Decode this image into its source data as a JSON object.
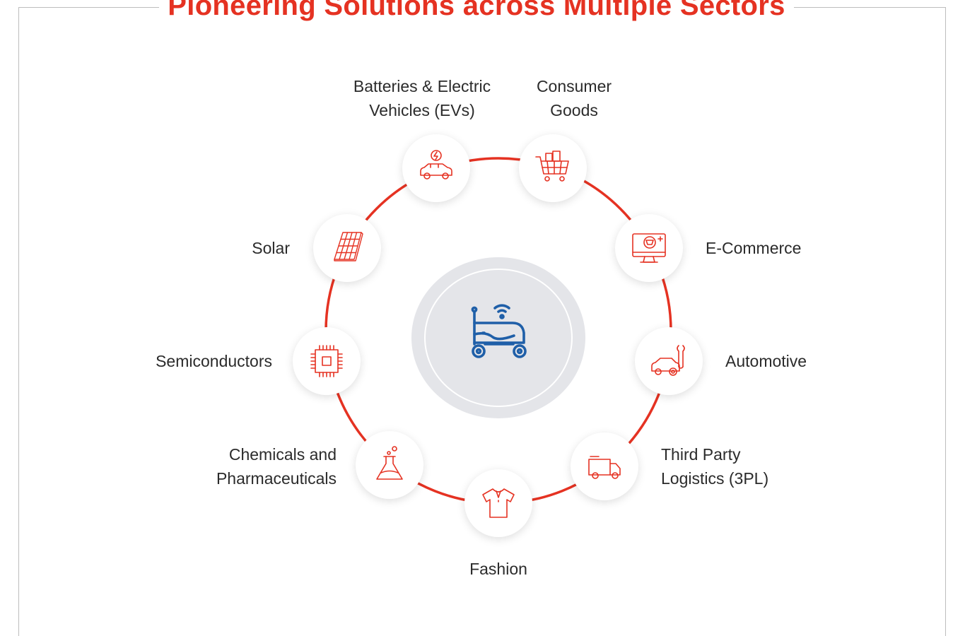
{
  "title": "Pioneering Solutions across Multiple Sectors",
  "colors": {
    "accent": "#e53222",
    "hub_icon": "#1f5fa8",
    "hub_bg": "#e4e5e9",
    "ring": "#e53222"
  },
  "hub": {
    "icon": "robot-vehicle-icon"
  },
  "sectors": [
    {
      "line1": "Batteries & Electric",
      "line2": "Vehicles (EVs)",
      "icon": "electric-car-icon"
    },
    {
      "line1": "Consumer",
      "line2": "Goods",
      "icon": "shopping-cart-icon"
    },
    {
      "line1": "E-Commerce",
      "line2": "",
      "icon": "monitor-cart-icon"
    },
    {
      "line1": "Automotive",
      "line2": "",
      "icon": "car-wrench-icon"
    },
    {
      "line1": "Third Party",
      "line2": "Logistics (3PL)",
      "icon": "delivery-truck-icon"
    },
    {
      "line1": "Fashion",
      "line2": "",
      "icon": "shirt-icon"
    },
    {
      "line1": "Chemicals and",
      "line2": "Pharmaceuticals",
      "icon": "flask-icon"
    },
    {
      "line1": "Semiconductors",
      "line2": "",
      "icon": "chip-icon"
    },
    {
      "line1": "Solar",
      "line2": "",
      "icon": "solar-panel-icon"
    }
  ]
}
